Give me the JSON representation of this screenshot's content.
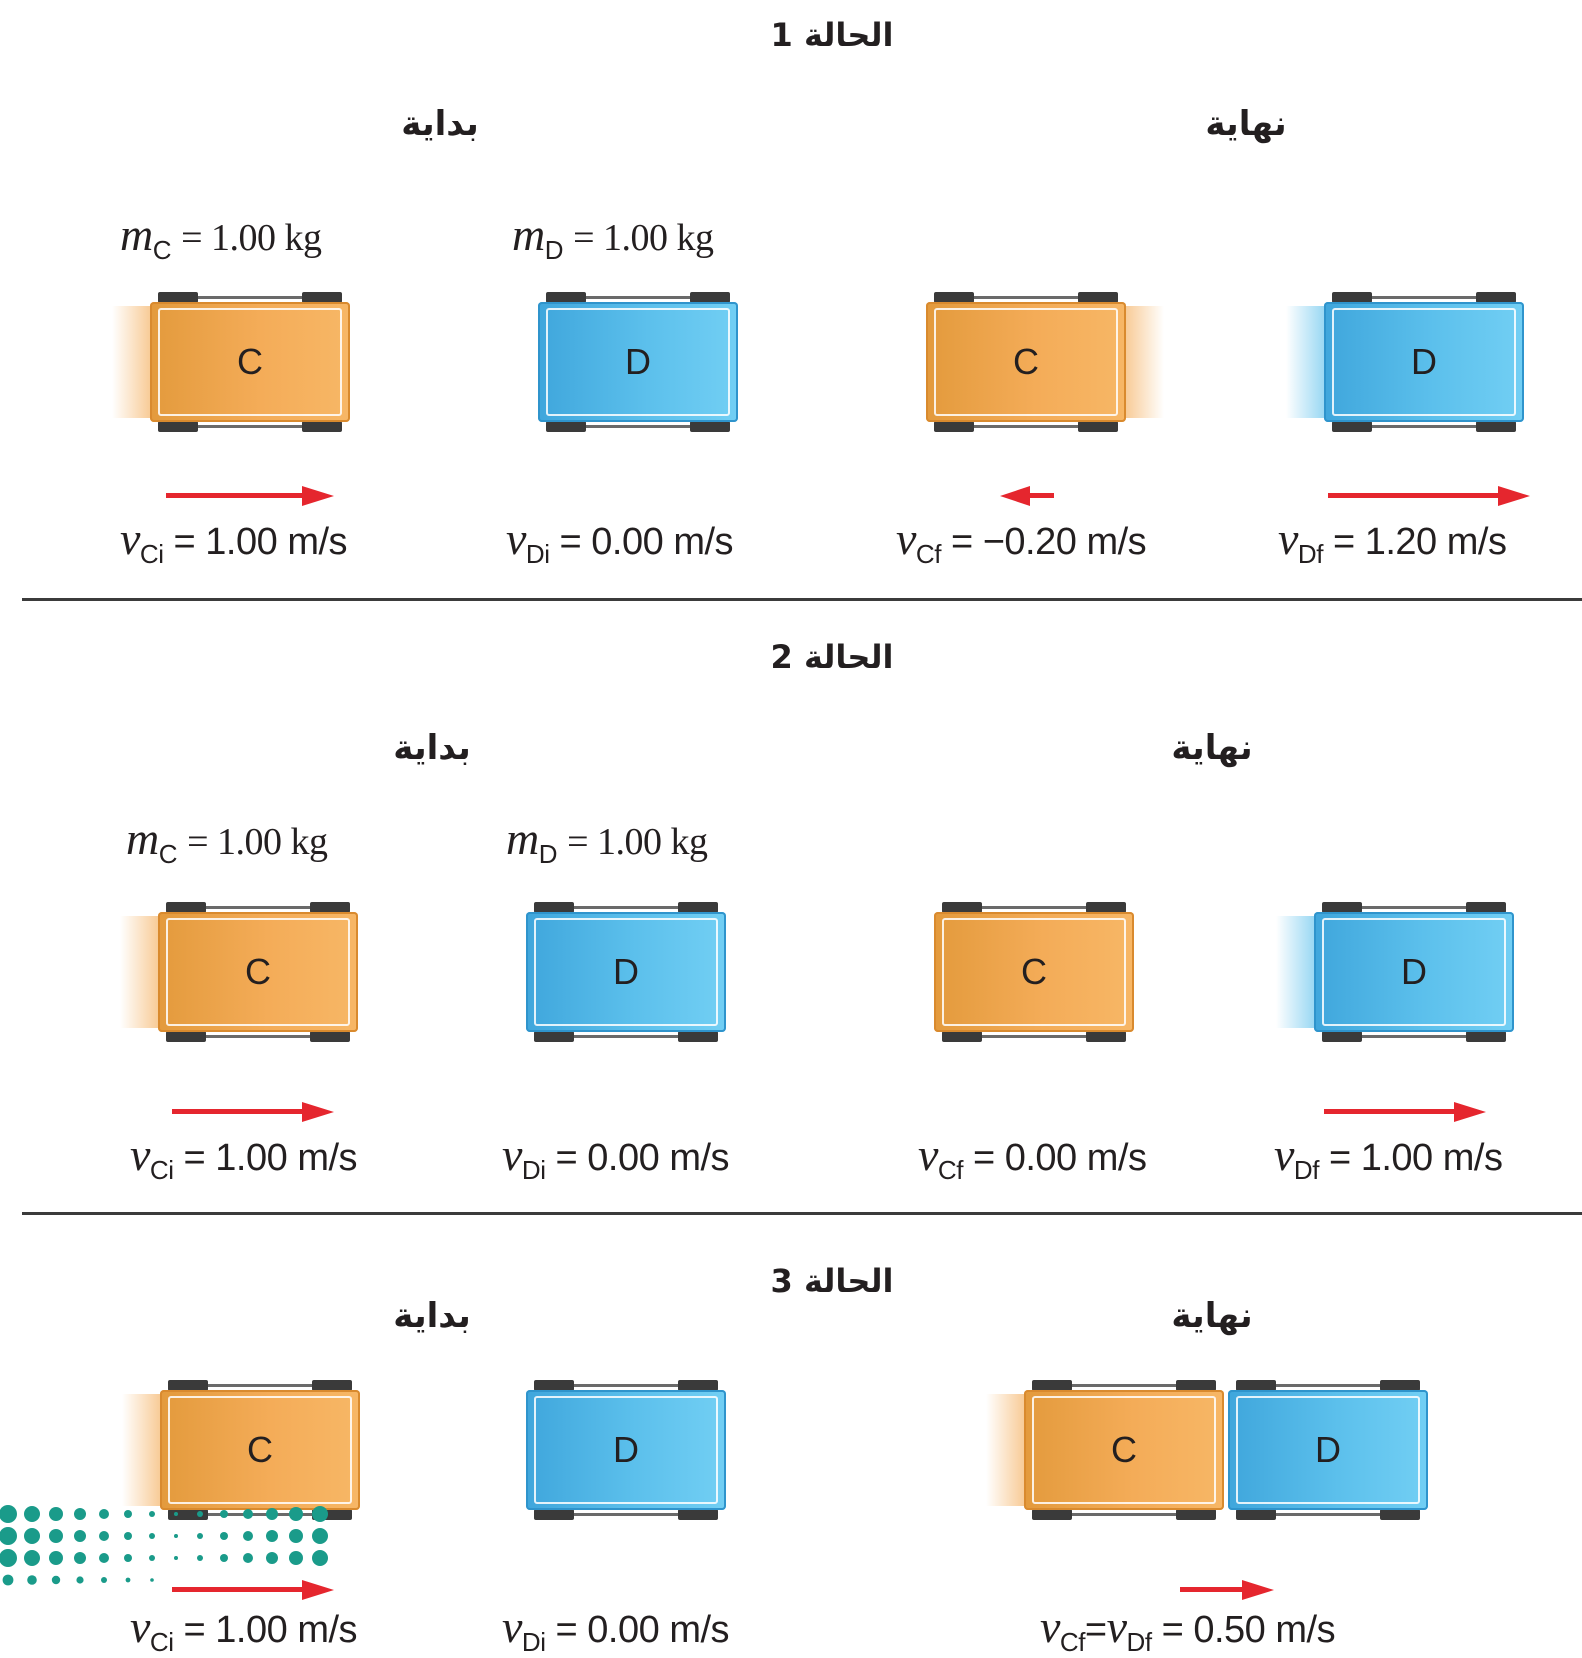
{
  "cases": [
    {
      "title": "الحالة 1",
      "start_label": "بداية",
      "end_label": "نهاية",
      "mass_c": {
        "sym": "m",
        "sub": "C",
        "value": "= 1.00 kg"
      },
      "mass_d": {
        "sym": "m",
        "sub": "D",
        "value": "= 1.00 kg"
      },
      "cart_c_letter": "C",
      "cart_d_letter": "D",
      "v_ci": {
        "sym": "v",
        "sub": "Ci",
        "value": "= 1.00 m/s"
      },
      "v_di": {
        "sym": "v",
        "sub": "Di",
        "value": "= 0.00 m/s"
      },
      "v_cf": {
        "sym": "v",
        "sub": "Cf",
        "value": "= −0.20 m/s"
      },
      "v_df": {
        "sym": "v",
        "sub": "Df",
        "value": "= 1.20 m/s"
      }
    },
    {
      "title": "الحالة 2",
      "start_label": "بداية",
      "end_label": "نهاية",
      "mass_c": {
        "sym": "m",
        "sub": "C",
        "value": "= 1.00 kg"
      },
      "mass_d": {
        "sym": "m",
        "sub": "D",
        "value": "= 1.00 kg"
      },
      "cart_c_letter": "C",
      "cart_d_letter": "D",
      "v_ci": {
        "sym": "v",
        "sub": "Ci",
        "value": "= 1.00 m/s"
      },
      "v_di": {
        "sym": "v",
        "sub": "Di",
        "value": "= 0.00 m/s"
      },
      "v_cf": {
        "sym": "v",
        "sub": "Cf",
        "value": "= 0.00 m/s"
      },
      "v_df": {
        "sym": "v",
        "sub": "Df",
        "value": "= 1.00 m/s"
      }
    },
    {
      "title": "الحالة 3",
      "start_label": "بداية",
      "end_label": "نهاية",
      "cart_c_letter": "C",
      "cart_d_letter": "D",
      "v_ci": {
        "sym": "v",
        "sub": "Ci",
        "value": "= 1.00 m/s"
      },
      "v_di": {
        "sym": "v",
        "sub": "Di",
        "value": "= 0.00 m/s"
      },
      "v_f": {
        "sym1": "v",
        "sub1": "Cf",
        "eq": "=",
        "sym2": "v",
        "sub2": "Df",
        "value": "= 0.50 m/s"
      }
    }
  ],
  "colors": {
    "cart_c": "#f4ac58",
    "cart_d": "#5cc0ec",
    "arrow": "#e5262e",
    "watermark": "#1a9b8a"
  }
}
